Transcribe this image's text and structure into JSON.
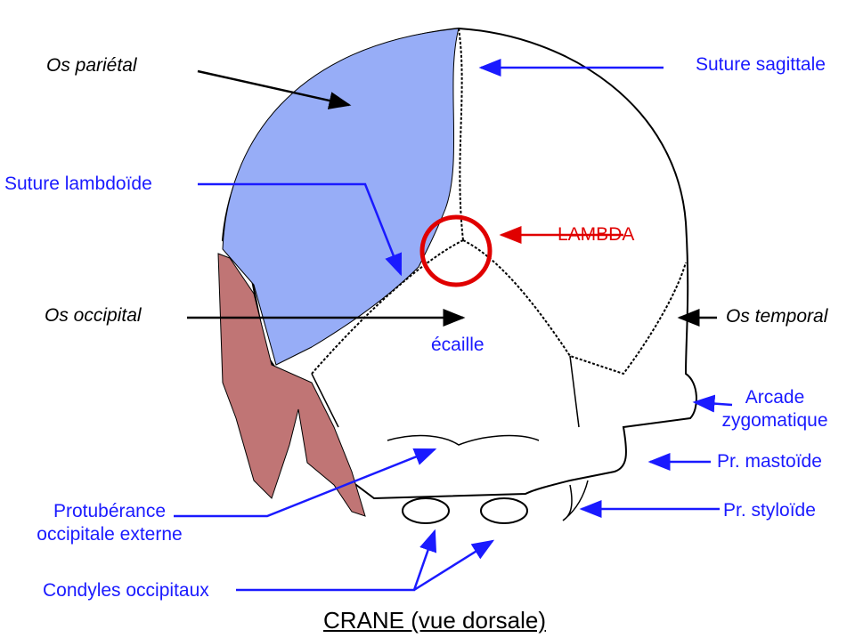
{
  "title": "CRANE (vue dorsale)",
  "labels": {
    "os_parietal": "Os pariétal",
    "suture_sagittale": "Suture sagittale",
    "suture_lambdoide": "Suture lambdoïde",
    "lambda": "LAMBDA",
    "os_occipital": "Os occipital",
    "os_temporal": "Os temporal",
    "ecaille": "écaille",
    "arcade_line1": "Arcade",
    "arcade_line2": "zygomatique",
    "pr_mastoide": "Pr. mastoïde",
    "protuberance_line1": "Protubérance",
    "protuberance_line2": "occipitale externe",
    "pr_styloide": "Pr. styloïde",
    "condyles": "Condyles occipitaux"
  },
  "colors": {
    "parietal_fill": "#97adf7",
    "occipital_fill": "#c07575",
    "label_blue": "#1a1aff",
    "lambda_red": "#e00000"
  }
}
